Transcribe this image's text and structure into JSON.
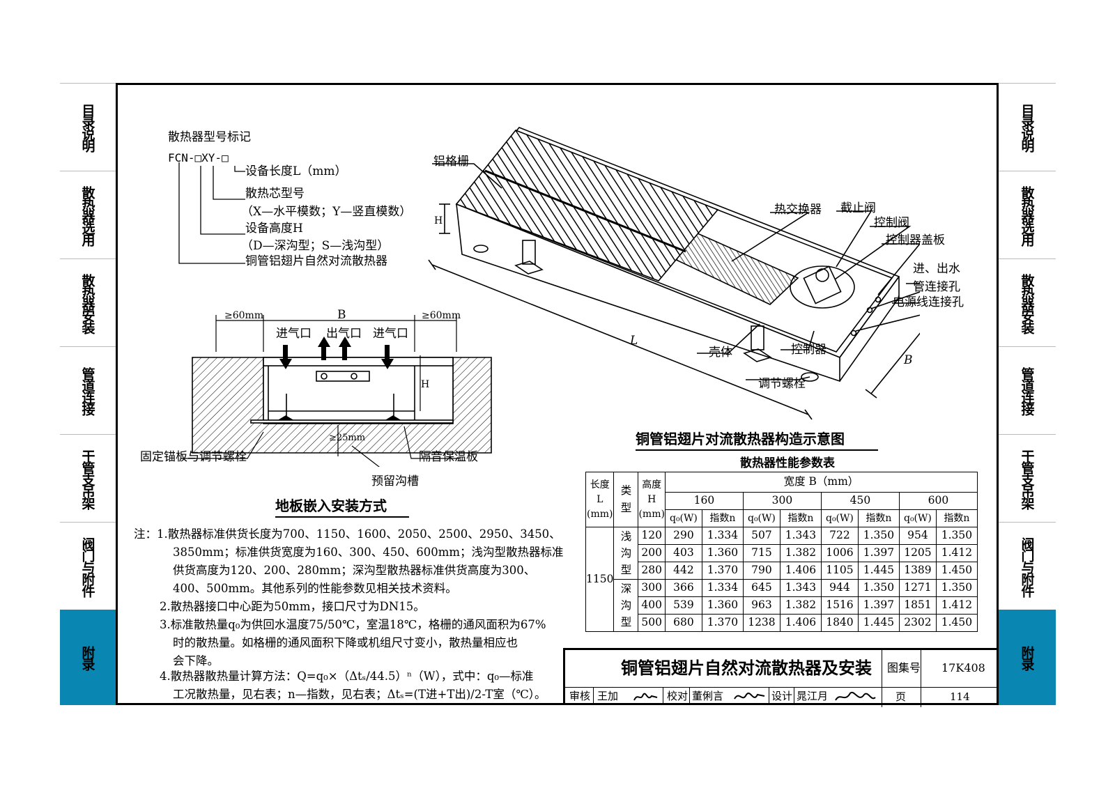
{
  "side_tabs": [
    "目录说明",
    "散热器选用",
    "散热器安装",
    "管道连接",
    "干管支吊架",
    "阀门与附件",
    "附录"
  ],
  "active_tab": "附录",
  "accent_color": "#0a86b3",
  "model_code": {
    "heading": "散热器型号标记",
    "code": "FCN-□XY-□",
    "lines": [
      "设备长度L（mm）",
      "散热芯型号",
      "（X—水平模数；Y—竖直模数）",
      "设备高度H",
      "（D—深沟型；S—浅沟型）",
      "铜管铝翅片自然对流散热器"
    ]
  },
  "iso_labels": {
    "grille": "铝格栅",
    "h": "H",
    "heat_exchanger": "热交换器",
    "stop_valve": "截止阀",
    "control_valve": "控制阀",
    "controller_cover": "控制器盖板",
    "pipe_hole_1": "进、出水",
    "pipe_hole_2": "管连接孔",
    "power_hole": "电源线连接孔",
    "l": "L",
    "b": "B",
    "shell": "壳体",
    "controller": "控制器",
    "adjust_bolt": "调节螺栓",
    "caption": "铜管铝翅片对流散热器构造示意图"
  },
  "section_labels": {
    "gap_left": "≥60mm",
    "b": "B",
    "gap_right": "≥60mm",
    "inlet_left": "进气口",
    "outlet": "出气口",
    "inlet_right": "进气口",
    "h": "H",
    "gap_bottom": "≥25mm",
    "anchor": "固定锚板与调节螺栓",
    "insulation": "隔音保温板",
    "trench": "预留沟槽",
    "caption": "地板嵌入安装方式"
  },
  "notes": [
    "注：1.散热器标准供货长度为700、1150、1600、2050、2500、2950、3450、",
    "3850mm；标准供货宽度为160、300、450、600mm；浅沟型散热器标准",
    "供货高度为120、200、280mm；深沟型散热器标准供货高度为300、",
    "400、500mm。其他系列的性能参数见相关技术资料。",
    "2.散热器接口中心距为50mm，接口尺寸为DN15。",
    "3.标准散热量q₀为供回水温度75/50℃，室温18℃，格栅的通风面积为67%",
    "时的散热量。如格栅的通风面积下降或机组尺寸变小，散热量相应也",
    "会下降。",
    "4.散热器散热量计算方法：Q=q₀×（Δtₛ/44.5）ⁿ（W），式中：q₀—标准",
    "工况散热量，见右表；n—指数，见右表；Δtₛ=(T进+T出)/2-T室（℃）。"
  ],
  "table": {
    "title": "散热器性能参数表",
    "h_length": [
      "长度",
      "L",
      "(mm)"
    ],
    "h_type": [
      "类",
      "型"
    ],
    "h_height": [
      "高度",
      "H",
      "(mm)"
    ],
    "h_width": "宽度 B（mm）",
    "widths": [
      "160",
      "300",
      "450",
      "600"
    ],
    "sub_q": "q₀(W)",
    "sub_n": "指数n",
    "length": "1150",
    "type_shallow": [
      "浅",
      "沟",
      "型"
    ],
    "type_deep": [
      "深",
      "沟",
      "型"
    ],
    "rows": [
      {
        "h": "120",
        "v": [
          "290",
          "1.334",
          "507",
          "1.343",
          "722",
          "1.350",
          "954",
          "1.350"
        ]
      },
      {
        "h": "200",
        "v": [
          "403",
          "1.360",
          "715",
          "1.382",
          "1006",
          "1.397",
          "1205",
          "1.412"
        ]
      },
      {
        "h": "280",
        "v": [
          "442",
          "1.370",
          "790",
          "1.406",
          "1105",
          "1.445",
          "1389",
          "1.450"
        ]
      },
      {
        "h": "300",
        "v": [
          "366",
          "1.334",
          "645",
          "1.343",
          "944",
          "1.350",
          "1271",
          "1.350"
        ]
      },
      {
        "h": "400",
        "v": [
          "539",
          "1.360",
          "963",
          "1.382",
          "1516",
          "1.397",
          "1851",
          "1.412"
        ]
      },
      {
        "h": "500",
        "v": [
          "680",
          "1.370",
          "1238",
          "1.406",
          "1840",
          "1.445",
          "2302",
          "1.450"
        ]
      }
    ]
  },
  "title_block": {
    "title": "铜管铝翅片自然对流散热器及安装",
    "atlas_label": "图集号",
    "atlas_no": "17K408",
    "review_label": "审核",
    "reviewer": "王加",
    "check_label": "校对",
    "checker": "董俐言",
    "design_label": "设计",
    "designer": "晁江月",
    "page_label": "页",
    "page_no": "114"
  }
}
